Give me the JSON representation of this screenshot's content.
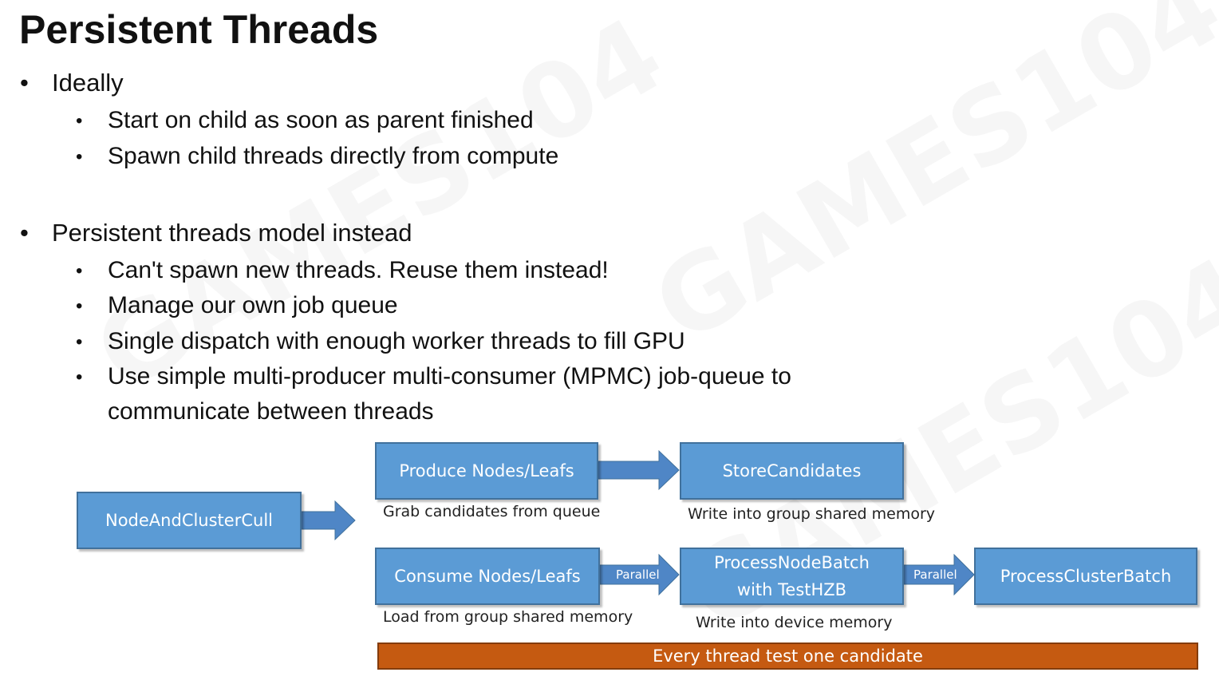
{
  "slide": {
    "title": "Persistent Threads",
    "bullets": [
      {
        "text": "Ideally",
        "children": [
          "Start on child as soon as parent finished",
          "Spawn child threads directly from compute"
        ]
      },
      {
        "text": "Persistent threads model instead",
        "children": [
          "Can't spawn new threads. Reuse them instead!",
          "Manage our own job queue",
          "Single dispatch with enough worker threads to fill GPU",
          "Use simple multi-producer multi-consumer (MPMC) job-queue to",
          "communicate between threads"
        ]
      }
    ],
    "bullet_glyph": "•"
  },
  "diagram": {
    "nodes": {
      "node_and_cluster_cull": "NodeAndClusterCull",
      "produce": "Produce Nodes/Leafs",
      "store": "StoreCandidates",
      "consume": "Consume Nodes/Leafs",
      "process_node": "ProcessNodeBatch\nwith TestHZB",
      "process_cluster": "ProcessClusterBatch"
    },
    "captions": {
      "produce": "Grab candidates from queue",
      "store": "Write into group shared memory",
      "consume": "Load from group shared memory",
      "process_node": "Write into device memory"
    },
    "arrow_labels": {
      "consume_to_process_node": "Parallel",
      "process_node_to_cluster": "Parallel"
    },
    "banner": "Every thread test one candidate",
    "colors": {
      "box_fill": "#5b9bd5",
      "box_border": "#41719c",
      "arrow": "#4f86c6",
      "banner_fill": "#c55a11"
    }
  },
  "watermark": "GAMES104"
}
